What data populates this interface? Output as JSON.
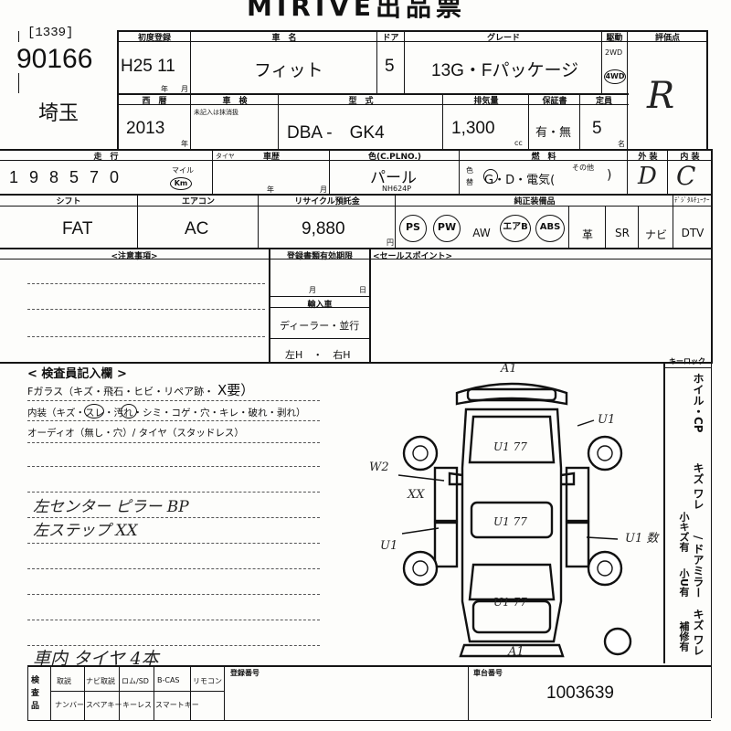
{
  "header": {
    "title": "MIRIVE出品票"
  },
  "lot": {
    "bracket": "[1339]",
    "number": "90166",
    "region": "埼玉"
  },
  "reg": {
    "label": "初度登録",
    "value": "H25 11",
    "year_suffix": "年",
    "month_suffix": "月"
  },
  "model_year": {
    "label": "西　暦",
    "value": "2013",
    "year_suffix": "年"
  },
  "car_name": {
    "label": "車　名",
    "value": "フィット"
  },
  "doors": {
    "label": "ドア",
    "value": "5"
  },
  "grade": {
    "label": "グレード",
    "value": "13G・Fパッケージ"
  },
  "drive": {
    "label": "駆動",
    "opt1": "2WD",
    "opt2": "4WD"
  },
  "score": {
    "label": "評価点",
    "value": "R"
  },
  "inspection": {
    "label": "車　検",
    "note": "未記入は抹消扱"
  },
  "type": {
    "label": "型　式",
    "value": "DBA -　GK4"
  },
  "displacement": {
    "label": "排気量",
    "value": "1,300",
    "unit": "cc"
  },
  "warranty": {
    "label": "保証書",
    "value": "有・無"
  },
  "capacity": {
    "label": "定員",
    "value": "5",
    "unit": "名"
  },
  "mileage": {
    "label": "走　行",
    "digits": "198570",
    "unit_mile": "マイル",
    "unit_km": "Km"
  },
  "lifecycle": {
    "label": "車歴",
    "check": "タイヤ",
    "year_suffix": "年",
    "month_suffix": "月"
  },
  "color": {
    "label": "色(C.PLNO.)",
    "value": "パール",
    "code": "NH624P",
    "side_label": "色 替"
  },
  "fuel": {
    "label": "燃　料",
    "value": "G・D・電気(",
    "other_label": "その他",
    "close": ")"
  },
  "exterior": {
    "label": "外 装",
    "value": "D"
  },
  "interior": {
    "label": "内 装",
    "value": "C"
  },
  "shift": {
    "label": "シフト",
    "value": "FAT"
  },
  "aircon": {
    "label": "エアコン",
    "value": "AC"
  },
  "recycle": {
    "label": "リサイクル預託金",
    "value": "9,880",
    "unit": "円"
  },
  "equipment": {
    "label": "純正装備品",
    "items": [
      "PS",
      "PW",
      "AW",
      "エアB",
      "ABS",
      "革",
      "SR",
      "ナビ",
      "DTV"
    ],
    "extra_label": "ﾃﾞｼﾞﾀﾙﾁｭｰﾅｰ"
  },
  "notes": {
    "label": "<注意事項>"
  },
  "registration": {
    "label": "登録書類有効期限",
    "month": "月",
    "day": "日",
    "import_label": "輸入車",
    "dealer": "ディーラー・並行",
    "handle": "左H　・　右H"
  },
  "sales_point": {
    "label": "<セールスポイント>"
  },
  "key_lock": {
    "label": "キーロック"
  },
  "inspector": {
    "label": "< 検査員記入欄 >",
    "glass": "Fガラス（キズ・飛石・ヒビ・リペア跡・",
    "glass_mark": "X要）",
    "interior_check": "内装（キズ・スレ・汚れ・シミ・コゲ・穴・キレ・破れ・剥れ）",
    "audio": "オーディオ（無し・穴）/ タイヤ（スタッドレス）",
    "hand1": "左センター ピラー BP",
    "hand2": "左ステップ XX",
    "hand3": "車内 タイヤ 4本"
  },
  "diagram": {
    "a1_top": "A1",
    "a1_bottom": "A1",
    "u1_right": "U1",
    "w2": "W2",
    "xx": "XX",
    "u1_left": "U1",
    "u1_rear": "U1 数",
    "u1_77_top": "U1 77",
    "u1_77_mid": "U1 77",
    "u1_77_bot": "U1 77"
  },
  "side_notes": {
    "col1": "ホイル・CP",
    "col1b": "キズ ワレ",
    "col2": "小キズ有",
    "col3": "/ ドアミラー",
    "col3b": "キズ ワレ",
    "col4": "小U有",
    "col5": "補修有"
  },
  "footer": {
    "inspect_label": "検査品",
    "items_top": [
      "取説",
      "ナビ取説",
      "ロム/SD",
      "B-CAS",
      "リモコン"
    ],
    "items_bottom": [
      "ナンバー",
      "スペアキー",
      "キーレス",
      "スマートキー"
    ],
    "reg_no_label": "登録番号",
    "chassis_label": "車台番号",
    "chassis_value": "1003639"
  }
}
